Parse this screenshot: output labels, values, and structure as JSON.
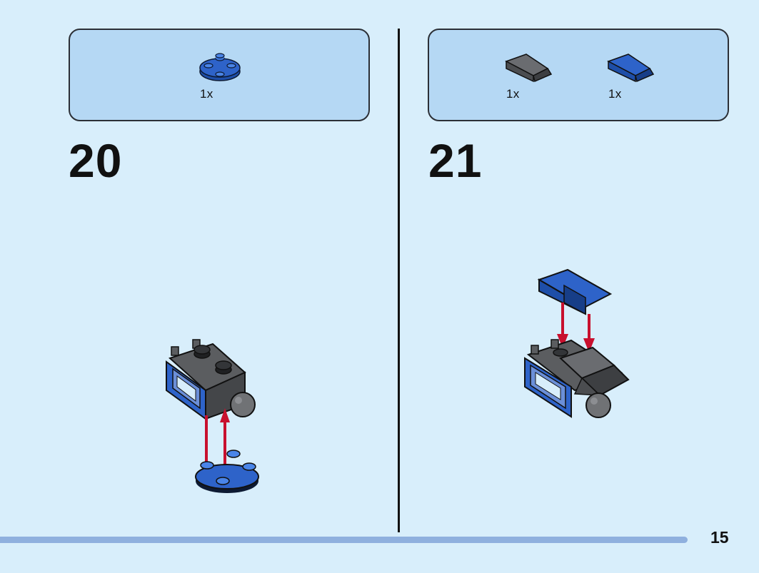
{
  "steps": [
    {
      "number": "20",
      "parts": [
        {
          "name": "blue round plate with studs",
          "quantity": "1x"
        }
      ]
    },
    {
      "number": "21",
      "parts": [
        {
          "name": "dark grey wedge slope",
          "quantity": "1x"
        },
        {
          "name": "blue wedge slope",
          "quantity": "1x"
        }
      ]
    }
  ],
  "page_number": "15",
  "colors": {
    "background": "#d8eefb",
    "parts_box": "#b5d8f4",
    "brick_blue": "#2e63c9",
    "brick_dark_grey": "#5b5d60",
    "arrow_red": "#c8102e",
    "progress_bar": "#8fb0de"
  }
}
